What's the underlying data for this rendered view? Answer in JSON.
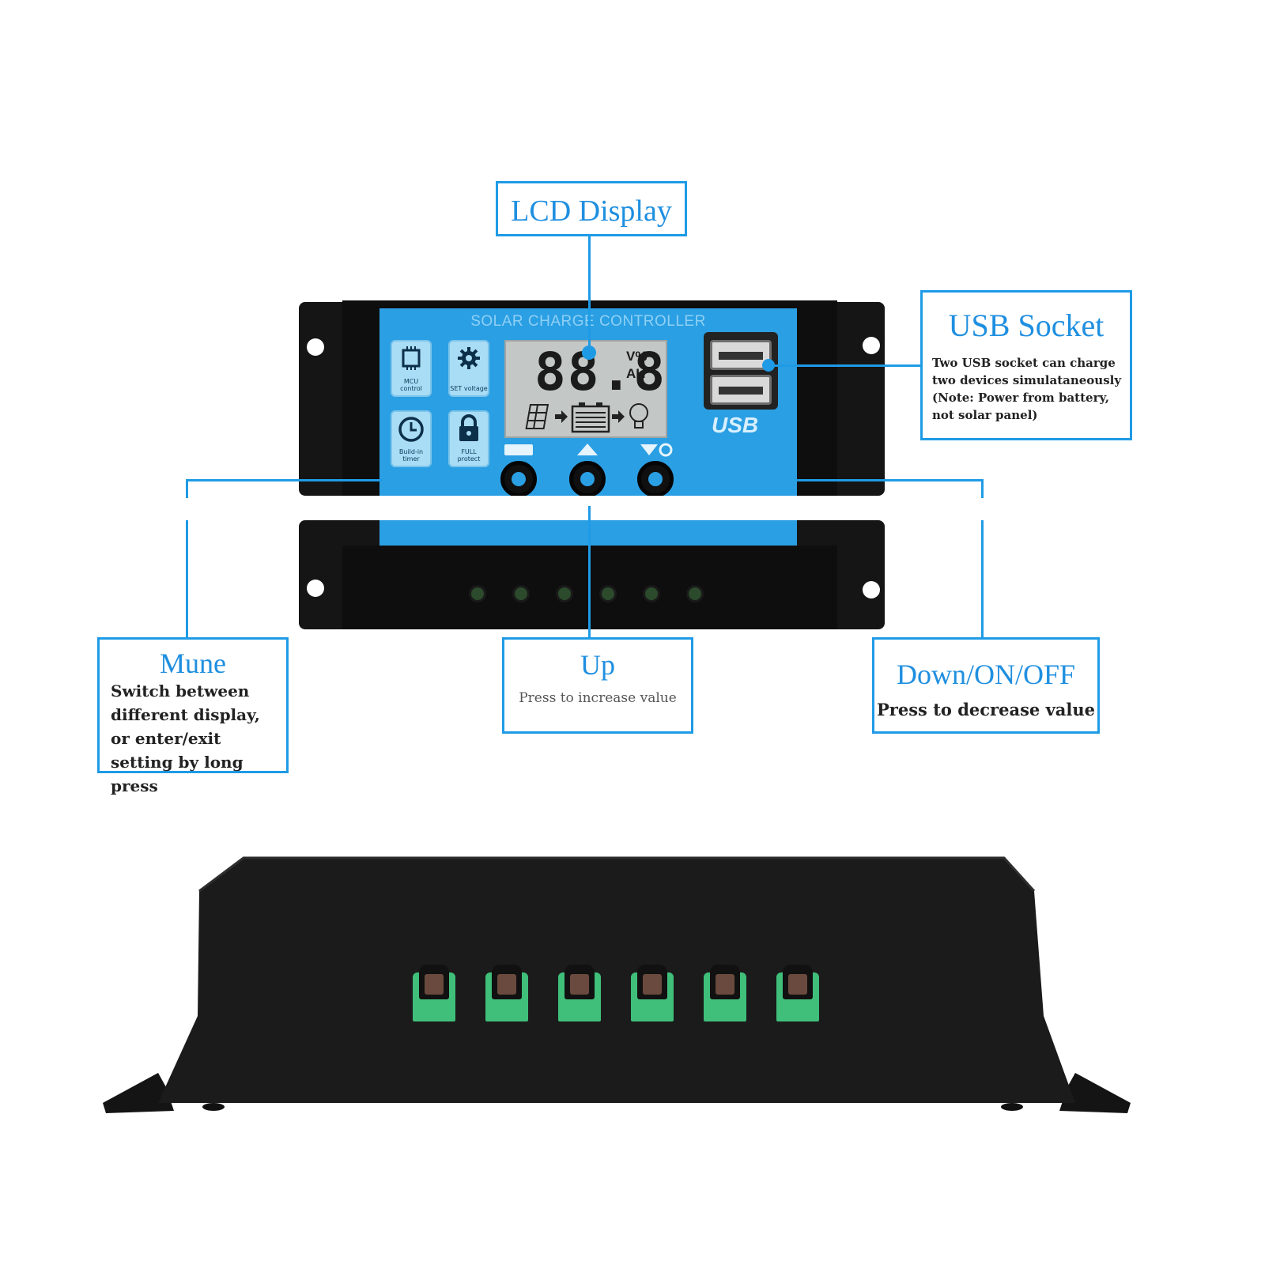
{
  "device": {
    "panel_title": "SOLAR CHARGE CONTROLLER",
    "lcd": {
      "digits": "88.8",
      "unit_top": "V%",
      "unit_bottom": "AH"
    },
    "icons": [
      {
        "name": "mcu-control",
        "label": "MCU control"
      },
      {
        "name": "set-voltage",
        "label": "SET voltage"
      },
      {
        "name": "build-in-timer",
        "label": "Build-in timer"
      },
      {
        "name": "full-protect",
        "label": "FULL protect"
      }
    ],
    "usb_logo": "USB"
  },
  "callouts": {
    "lcd": {
      "title": "LCD Display"
    },
    "usb": {
      "title": "USB Socket",
      "description": "Two USB socket can charge two devices simulataneously (Note: Power from battery, not solar panel)"
    },
    "menu": {
      "title": "Mune",
      "description": "Switch between different display, or enter/exit setting by long press"
    },
    "up": {
      "title": "Up",
      "description": "Press to increase value"
    },
    "down": {
      "title": "Down/ON/OFF",
      "description": "Press to decrease value"
    }
  },
  "colors": {
    "accent": "#1f9be6",
    "panel": "#2b9fe3",
    "housing": "#151515",
    "terminal": "#3fbf7a"
  }
}
